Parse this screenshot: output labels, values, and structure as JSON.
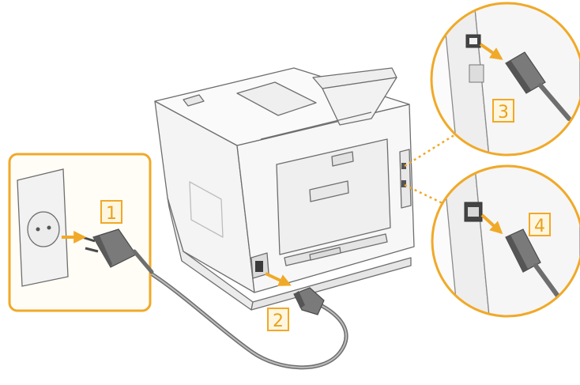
{
  "colors": {
    "accent": "#f0a928",
    "callout_fill": "#fffdf6",
    "line": "#6e6e6e",
    "printer_fill": "#f4f4f4",
    "cable_fill": "#7a7a7a",
    "arrow": "#f0a928"
  },
  "steps": [
    {
      "label": "1"
    },
    {
      "label": "2"
    },
    {
      "label": "3"
    },
    {
      "label": "4"
    }
  ]
}
